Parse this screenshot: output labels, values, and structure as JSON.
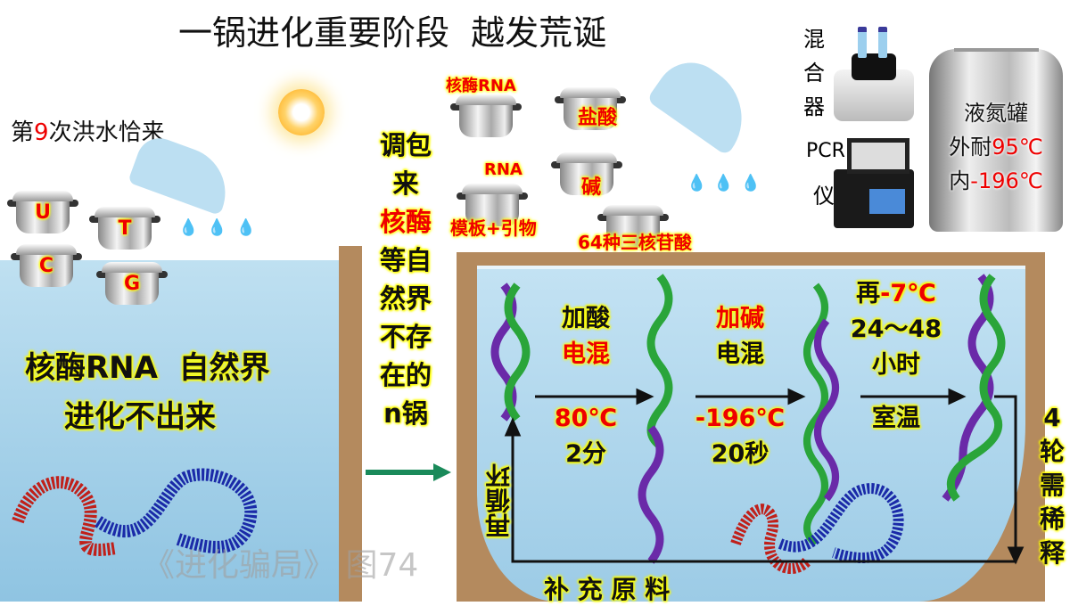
{
  "title": "一锅进化重要阶段  越发荒诞",
  "left": {
    "flood_prefix": "第",
    "flood_number": "9",
    "flood_suffix": "次洪水恰来",
    "pots": [
      "U",
      "T",
      "C",
      "G"
    ],
    "caption_line1": "核酶RNA  自然界",
    "caption_line2": "进化不出来"
  },
  "middle_column": [
    "调包",
    "来",
    "核酶",
    "等自",
    "然界",
    "不存",
    "在的",
    "n锅"
  ],
  "ingredient_pots": [
    "核酶RNA",
    "盐酸",
    "RNA",
    "碱",
    "模板+引物",
    "64种三核苷酸"
  ],
  "equipment": {
    "mixer_label": [
      "混",
      "合",
      "器"
    ],
    "pcr_label_line1": "PCR",
    "pcr_label_line2": "仪",
    "tank_name": "液氮罐",
    "tank_outer_prefix": "外耐",
    "tank_outer_temp": "95℃",
    "tank_inner_prefix": "内",
    "tank_inner_temp": "-196℃"
  },
  "process": {
    "step1_line1": "加酸",
    "step1_line2": "电混",
    "step1_temp": "80℃",
    "step1_time": "2分",
    "step2_line1": "加碱",
    "step2_line2": "电混",
    "step2_temp": "-196℃",
    "step2_time": "20秒",
    "step3_prefix": "再",
    "step3_temp": "-7℃",
    "step3_duration": "24～48",
    "step3_unit": "小时",
    "step3_condition": "室温",
    "dilution_label": [
      "4",
      "轮",
      "需",
      "稀",
      "释"
    ],
    "recycle_label": "再循环",
    "replenish_label": "补 充 原 料"
  },
  "watermark": "《进化骗局》 图74",
  "colors": {
    "water": "#a9d3ea",
    "wall": "#b48a5e",
    "strand_green": "#2aa53a",
    "strand_purple": "#6a2aa8"
  }
}
